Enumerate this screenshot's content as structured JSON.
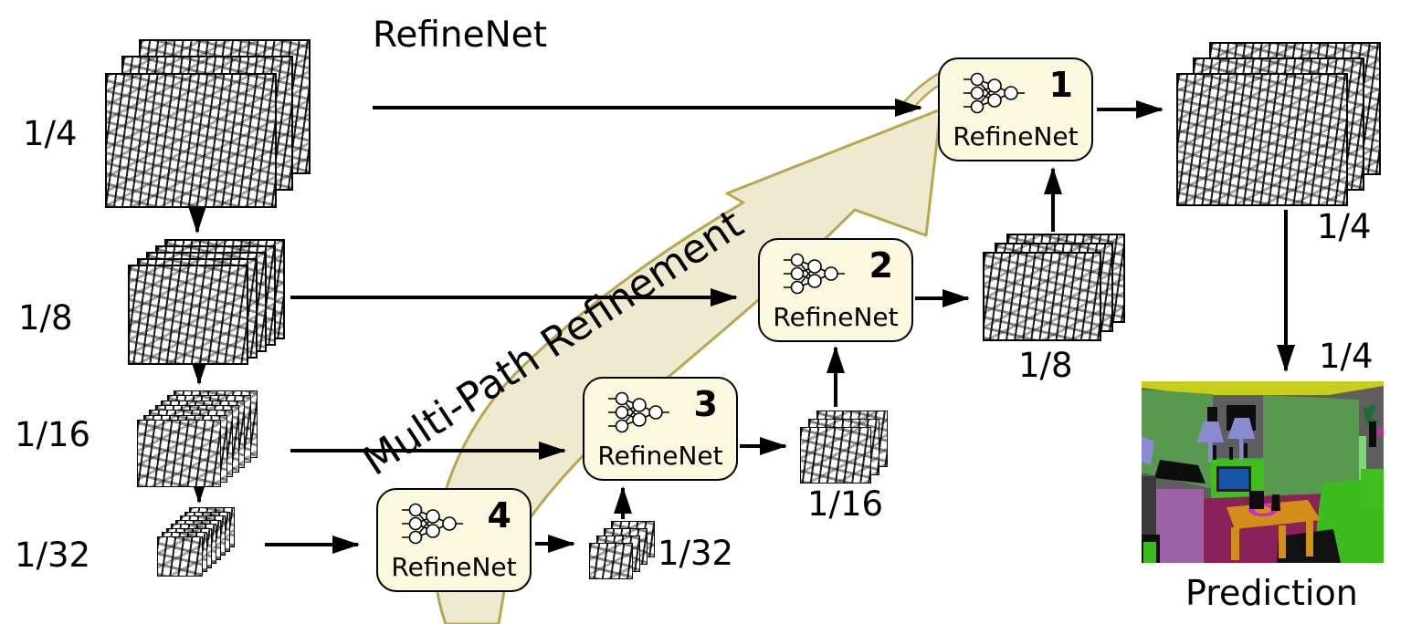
{
  "title": "RefineNet",
  "banner": {
    "label": "Multi-Path Refinement"
  },
  "blocks": [
    {
      "number": "1",
      "label": "RefineNet"
    },
    {
      "number": "2",
      "label": "RefineNet"
    },
    {
      "number": "3",
      "label": "RefineNet"
    },
    {
      "number": "4",
      "label": "RefineNet"
    }
  ],
  "input_scales": {
    "s4": "1/4",
    "s8": "1/8",
    "s16": "1/16",
    "s32": "1/32"
  },
  "output_scales": {
    "s4": "1/4",
    "s8": "1/8",
    "s16": "1/16",
    "s32": "1/32"
  },
  "prediction": {
    "scale": "1/4",
    "label": "Prediction"
  },
  "colors": {
    "block_fill": "#FBF9DD",
    "banner_fill": "#EBE6C2",
    "banner_stroke": "#B9A750",
    "arrow": "#000000",
    "pred_ceiling": "#C8CD1B",
    "pred_wall_gray": "#5E5E5E",
    "pred_curtain_green": "#58994F",
    "pred_bright_green": "#3FBE1E",
    "pred_tv_blue": "#1556A8",
    "pred_floor_magenta": "#8A2158",
    "pred_table_orange": "#D28E18",
    "pred_cabinet_mauve": "#9B63A5",
    "pred_lamp_lavender": "#8A8AD0"
  }
}
